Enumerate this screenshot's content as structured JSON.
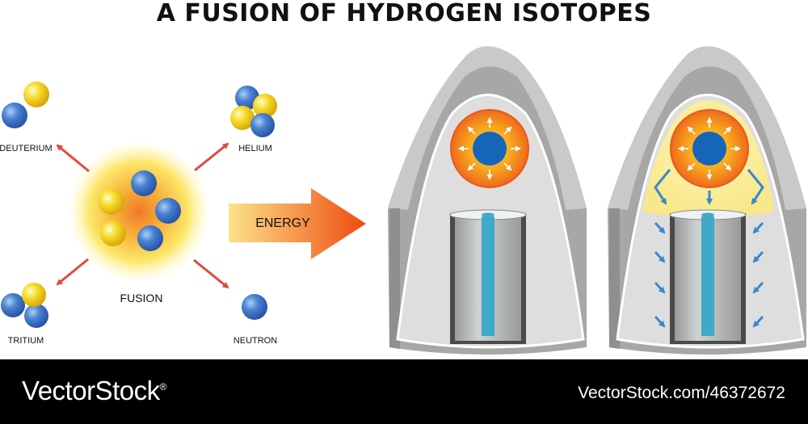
{
  "title": "A FUSION OF HYDROGEN ISOTOPES",
  "labels": {
    "deuterium": "DEUTERIUM",
    "helium": "HELIUM",
    "tritium": "TRITIUM",
    "neutron": "NEUTRON",
    "fusion": "FUSION",
    "energy": "ENERGY"
  },
  "footer": {
    "brand": "VectorStock",
    "brand_mark": "®",
    "url": "VectorStock.com/46372672"
  },
  "colors": {
    "proton": "#f5d21a",
    "neutron": "#3f73c8",
    "arrow_red": "#e24a3b",
    "energy_start": "#fbe38a",
    "energy_end": "#ef5a14",
    "cone_grey": "#a9a9a9",
    "inner_light": "#dcdcdc",
    "glow_yellow": "#fbf1a2",
    "core_orange": "#f29a1e",
    "core_blue": "#1565b8",
    "rod_blue": "#3fa9c7",
    "flow_arrow": "#3a87cf"
  }
}
